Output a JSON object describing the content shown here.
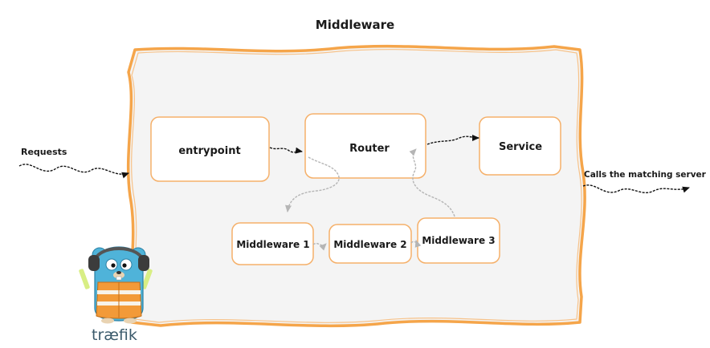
{
  "diagram": {
    "title": "Middleware",
    "requests_label": "Requests",
    "calls_label": "Calls the matching server",
    "nodes": {
      "entrypoint": "entrypoint",
      "router": "Router",
      "service": "Service",
      "middleware_1": "Middleware 1",
      "middleware_2": "Middleware 2",
      "middleware_3": "Middleware 3"
    },
    "logo_text": "træfik"
  },
  "colors": {
    "container_border": "#f5a54a",
    "container_fill": "#f4f4f4",
    "node_border": "#f5b06a",
    "node_fill": "#ffffff",
    "arrow_dark": "#111111",
    "arrow_gray": "#b5b5b5",
    "gopher_blue": "#4fb3d9",
    "vest_orange": "#f29a38",
    "logo_text": "#3b5a6b"
  }
}
